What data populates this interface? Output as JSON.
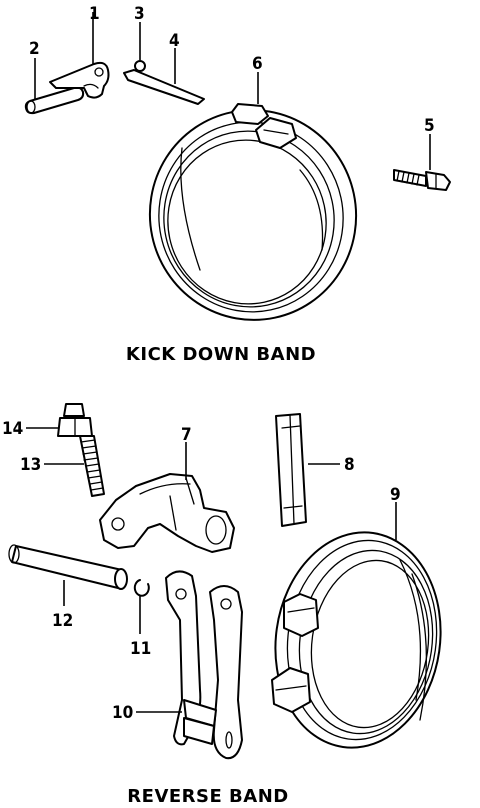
{
  "sections": {
    "kickdown_title": "KICK DOWN BAND",
    "reverse_title": "REVERSE BAND"
  },
  "callouts": {
    "c1": "1",
    "c2": "2",
    "c3": "3",
    "c4": "4",
    "c5": "5",
    "c6": "6",
    "c7": "7",
    "c8": "8",
    "c9": "9",
    "c10": "10",
    "c11": "11",
    "c12": "12",
    "c13": "13",
    "c14": "14"
  }
}
